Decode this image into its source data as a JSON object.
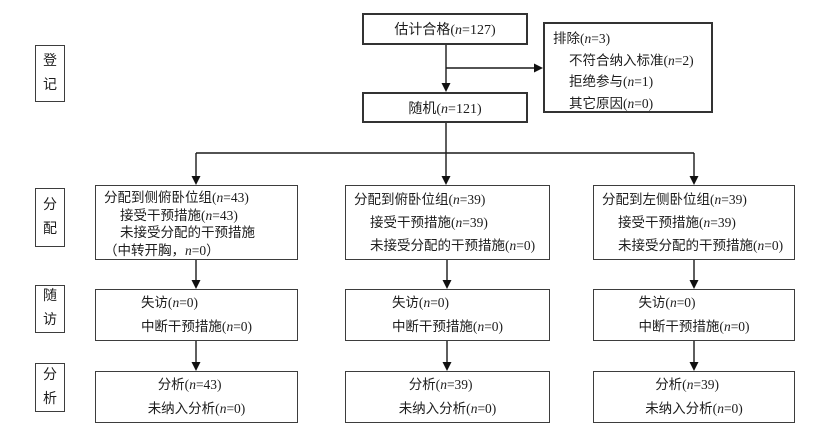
{
  "diagram": {
    "stages": [
      {
        "label": "登\n记"
      },
      {
        "label": "分\n配"
      },
      {
        "label": "随\n访"
      },
      {
        "label": "分\n析"
      }
    ],
    "enrollment": {
      "eligible": "估计合格(n=127)",
      "randomized": "随机(n=121)",
      "excluded": {
        "title": "排除(n=3)",
        "items": [
          "不符合纳入标准(n=2)",
          "拒绝参与(n=1)",
          "其它原因(n=0)"
        ]
      }
    },
    "arms": [
      {
        "allocation": {
          "title": "分配到侧俯卧位组(n=43)",
          "lines": [
            "接受干预措施(n=43)",
            "未接受分配的干预措施",
            "（中转开胸，n=0）"
          ]
        },
        "followup": [
          "失访(n=0)",
          "中断干预措施(n=0)"
        ],
        "analysis": [
          "分析(n=43)",
          "未纳入分析(n=0)"
        ]
      },
      {
        "allocation": {
          "title": "分配到俯卧位组(n=39)",
          "lines": [
            "接受干预措施(n=39)",
            "未接受分配的干预措施(n=0)"
          ]
        },
        "followup": [
          "失访(n=0)",
          "中断干预措施(n=0)"
        ],
        "analysis": [
          "分析(n=39)",
          "未纳入分析(n=0)"
        ]
      },
      {
        "allocation": {
          "title": "分配到左侧卧位组(n=39)",
          "lines": [
            "接受干预措施(n=39)",
            "未接受分配的干预措施(n=0)"
          ]
        },
        "followup": [
          "失访(n=0)",
          "中断干预措施(n=0)"
        ],
        "analysis": [
          "分析(n=39)",
          "未纳入分析(n=0)"
        ]
      }
    ],
    "colors": {
      "border": "#3d3d3d",
      "text": "#1c1c1c",
      "background": "#ffffff",
      "arrow": "#1a1a1a"
    }
  }
}
